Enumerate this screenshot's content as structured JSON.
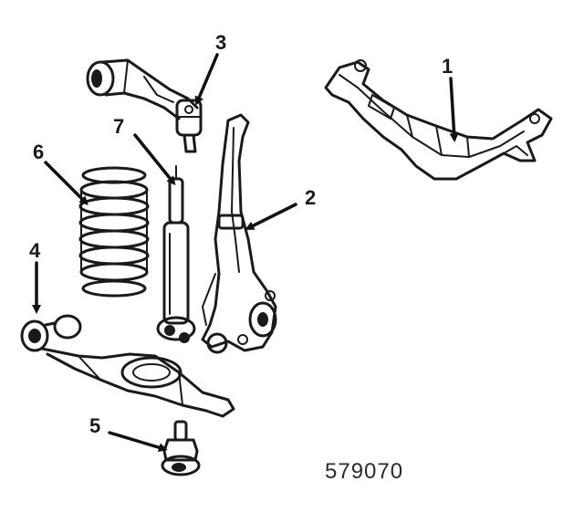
{
  "labels": {
    "one": "1",
    "two": "2",
    "three": "3",
    "four": "4",
    "five": "5",
    "six": "6",
    "seven": "7"
  },
  "figure_number": "579070",
  "colors": {
    "ink": "#1a1a1a",
    "background": "#ffffff"
  }
}
